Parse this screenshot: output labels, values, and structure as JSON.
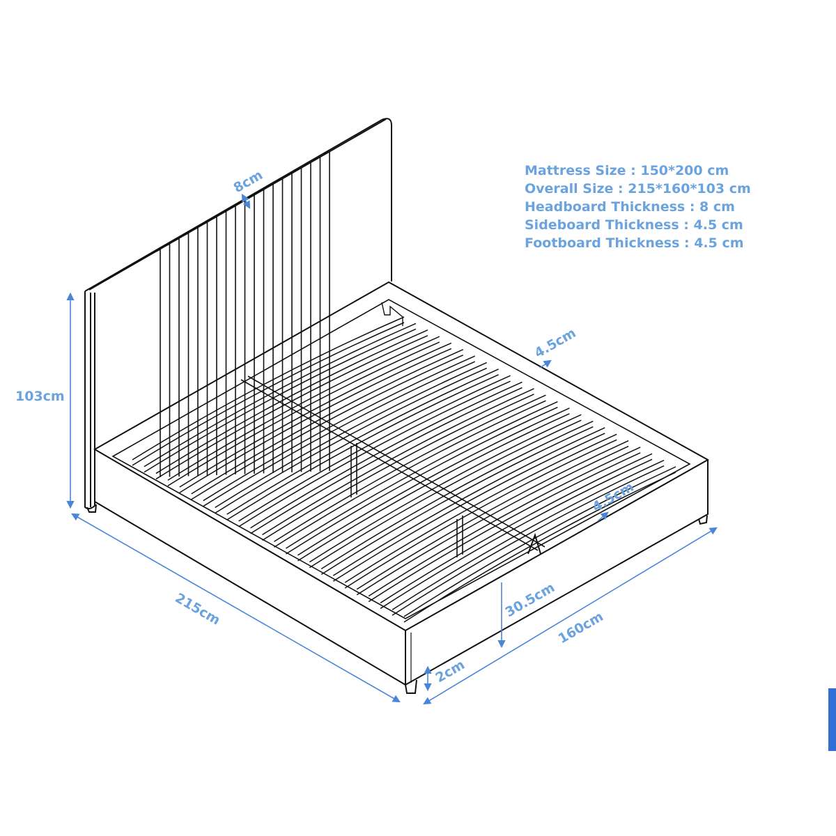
{
  "specs": {
    "mattress": "Mattress Size : 150*200 cm",
    "overall": "Overall Size : 215*160*103 cm",
    "headboard": "Headboard Thickness : 8 cm",
    "sideboard": "Sideboard Thickness : 4.5 cm",
    "footboard": "Footboard Thickness : 4.5 cm"
  },
  "dimensions": {
    "height": "103cm",
    "length": "215cm",
    "width": "160cm",
    "headboard_thickness": "8cm",
    "sideboard_thickness": "4.5cm",
    "footboard_thickness": "4.5cm",
    "frame_height": "30.5cm",
    "leg_height": "2cm"
  },
  "colors": {
    "dimension": "#6aa3de",
    "line": "#111111",
    "edge_bar": "#2f6fd6"
  }
}
